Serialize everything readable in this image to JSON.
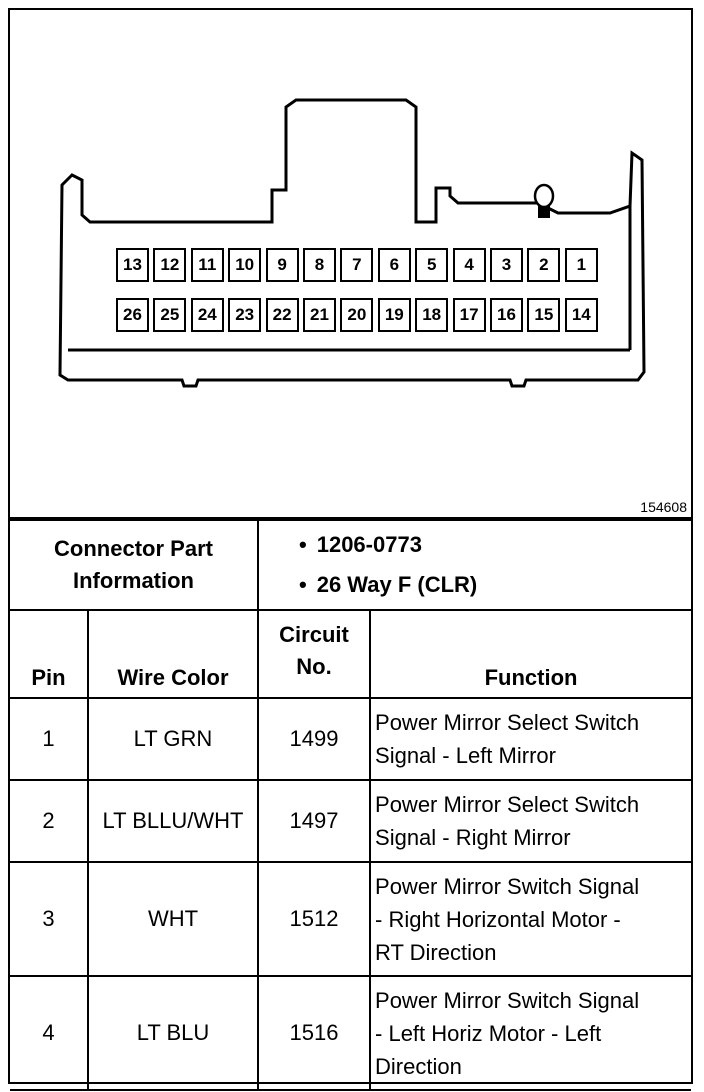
{
  "diagram": {
    "figure_id": "154608",
    "pins_top": [
      "13",
      "12",
      "11",
      "10",
      "9",
      "8",
      "7",
      "6",
      "5",
      "4",
      "3",
      "2",
      "1"
    ],
    "pins_bottom": [
      "26",
      "25",
      "24",
      "23",
      "22",
      "21",
      "20",
      "19",
      "18",
      "17",
      "16",
      "15",
      "14"
    ]
  },
  "connector": {
    "label_line1": "Connector Part",
    "label_line2": "Information",
    "part_number": "1206-0773",
    "description": "26 Way F (CLR)"
  },
  "table": {
    "headers": {
      "pin": "Pin",
      "wire_color": "Wire Color",
      "circuit_line1": "Circuit",
      "circuit_line2": "No.",
      "function": "Function"
    },
    "rows": [
      {
        "pin": "1",
        "wire": "LT GRN",
        "circuit": "1499",
        "func1": "Power Mirror Select Switch",
        "func2": "Signal - Left Mirror",
        "func3": ""
      },
      {
        "pin": "2",
        "wire": "LT BLLU/WHT",
        "circuit": "1497",
        "func1": "Power Mirror Select Switch",
        "func2": "Signal - Right Mirror",
        "func3": ""
      },
      {
        "pin": "3",
        "wire": "WHT",
        "circuit": "1512",
        "func1": "Power Mirror Switch Signal",
        "func2": "- Right Horizontal Motor -",
        "func3": "RT Direction"
      },
      {
        "pin": "4",
        "wire": "LT BLU",
        "circuit": "1516",
        "func1": "Power Mirror Switch Signal",
        "func2": "- Left Horiz Motor - Left",
        "func3": "Direction"
      }
    ]
  }
}
